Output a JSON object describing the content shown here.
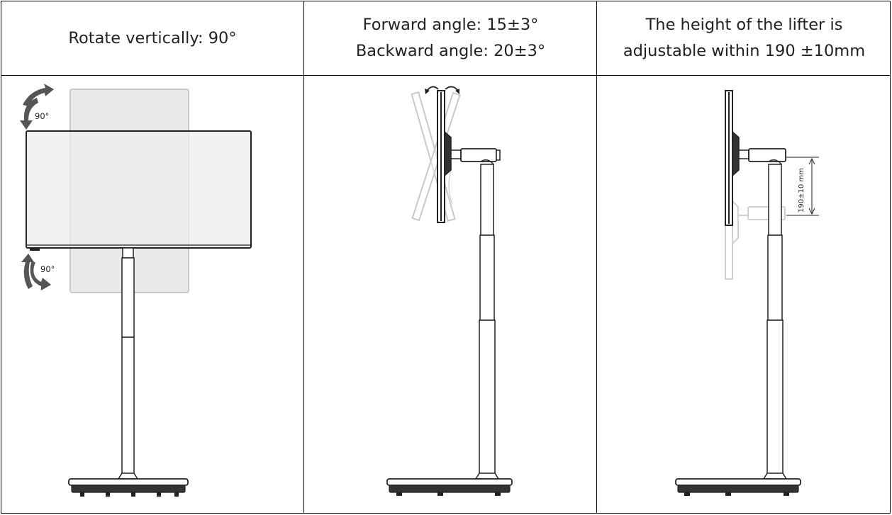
{
  "columns": [
    {
      "id": "rotate",
      "header_lines": [
        "Rotate vertically: 90°"
      ],
      "diagram_labels": {
        "top_angle": "90°",
        "bottom_angle": "90°"
      }
    },
    {
      "id": "tilt",
      "header_lines": [
        "Forward angle: 15±3°",
        "Backward angle: 20±3°"
      ]
    },
    {
      "id": "lift",
      "header_lines": [
        "The height of the lifter is",
        "adjustable within 190 ±10mm"
      ],
      "diagram_labels": {
        "height_range": "190±10 mm"
      }
    }
  ],
  "colors": {
    "line": "#222222",
    "faded": "#c9c9c9",
    "screen_fill": "#ececec",
    "ghost_fill": "#e9e9e9",
    "arrow": "#555555",
    "border": "#000000"
  }
}
